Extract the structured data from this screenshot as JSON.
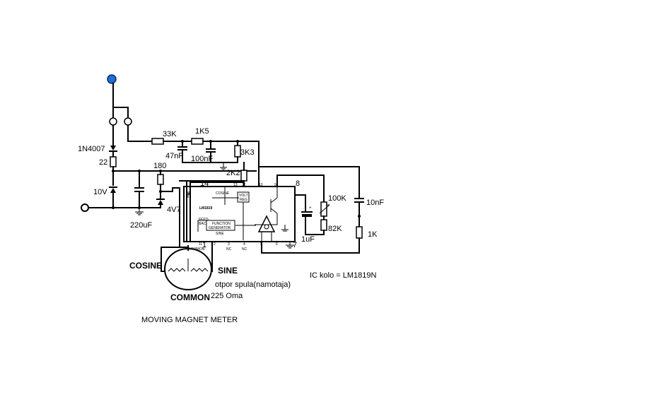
{
  "components": {
    "diode": "1N4007",
    "r_series": "22",
    "zener_10v": "10V",
    "cap_220uf": "220uF",
    "r_180": "180",
    "zener_4v7": "4V7",
    "r_33k": "33K",
    "c_47nf": "47nF",
    "r_1k5": "1K5",
    "c_100nf": "100nF",
    "r_3k3": "3K3",
    "r_2k2": "2K2",
    "pot_100k": "100K",
    "r_82k": "82K",
    "c_1uf": "1uF",
    "c_10nf": "10nF",
    "r_1k": "1K"
  },
  "ic": {
    "part": "LM1819",
    "pin14": "14",
    "pin8": "8",
    "pin1": "1",
    "pin7": "7",
    "pin_text_13": "13",
    "pin_text_12": "12",
    "pin_text_10": "10",
    "pin_text_9": "9",
    "pin_text_11": "11",
    "pin_text_2": "2",
    "pin_text_3": "3",
    "pin_text_4": "4",
    "pin_text_5": "5",
    "pin_text_6": "6",
    "label_cosine": "COSINE",
    "label_sine": "SINE",
    "label_common": "COMMON",
    "label_feedback_1": "FEED-",
    "label_feedback_2": "BACK",
    "label_funcgen_1": "FUNCTION",
    "label_funcgen_2": "GENERATOR",
    "label_nc": "NC",
    "label_vreg_1": "VOLT",
    "label_vreg_2": "REG"
  },
  "meter": {
    "cosine": "COSINE",
    "sine": "SINE",
    "common": "COMMON",
    "note_line1": "otpor spula(namotaja)",
    "note_line2": "225 Oma",
    "title": "MOVING MAGNET METER"
  },
  "ic_note": "IC kolo = LM1819N",
  "colors": {
    "terminal_top": "#1f6fd6",
    "wire": "#000000"
  }
}
